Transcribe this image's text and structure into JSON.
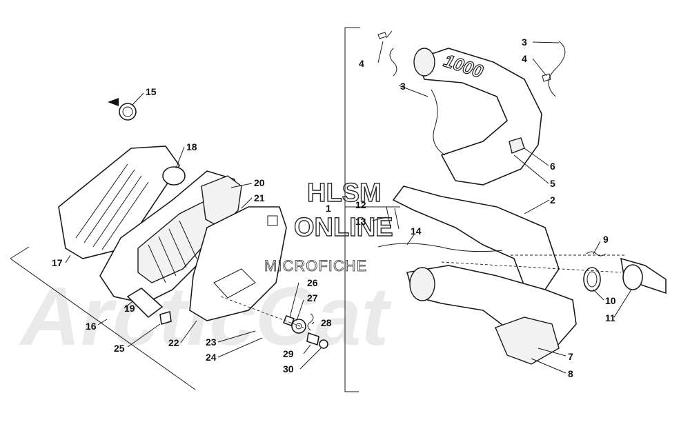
{
  "watermark": {
    "line1": "HLSM",
    "line2": "ONLINE",
    "line3": "MICROFICHE",
    "background_logo_text": "ArcticCat"
  },
  "muffler_decal_text": "1000",
  "callouts": [
    "1",
    "2",
    "3",
    "3",
    "4",
    "4",
    "5",
    "6",
    "7",
    "8",
    "9",
    "10",
    "11",
    "12",
    "13",
    "14",
    "15",
    "16",
    "17",
    "18",
    "19",
    "20",
    "21",
    "22",
    "23",
    "24",
    "25",
    "26",
    "27",
    "28",
    "29",
    "30"
  ],
  "colors": {
    "ink": "#1a1a1a",
    "background": "#ffffff",
    "watermark_gray": "#e4e4e4"
  },
  "icons": {
    "arrow": "arrow-left-icon"
  }
}
